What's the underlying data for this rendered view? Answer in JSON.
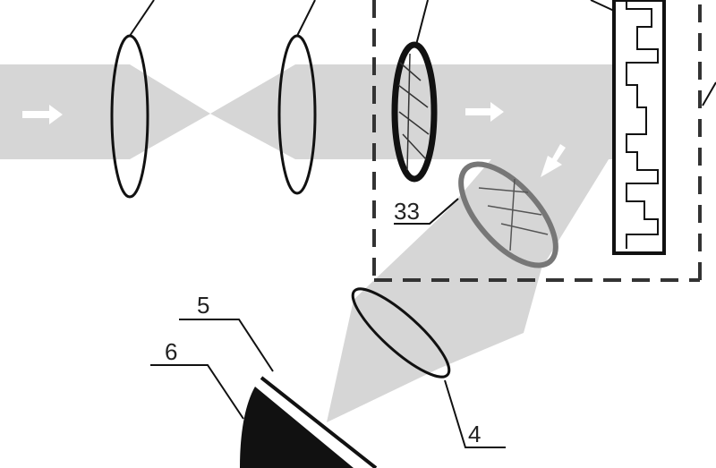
{
  "labels": {
    "mask_filter": "33",
    "objective_lens": "4",
    "sample_surface": "5",
    "substrate": "6"
  },
  "colors": {
    "beam": "#d6d6d6",
    "ink": "#111111",
    "dashed_box": "#333333",
    "filter_ring": "#777777",
    "arrow": "#ffffff",
    "background": "#ffffff"
  },
  "icons": {
    "beam_direction": "right-arrow-icon",
    "reflected_direction": "down-left-arrow-icon"
  }
}
